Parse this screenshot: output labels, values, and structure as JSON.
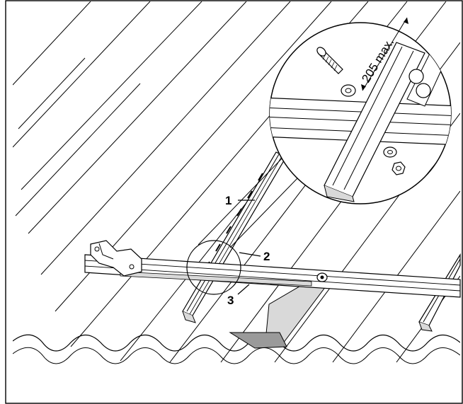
{
  "figure": {
    "callouts": [
      {
        "id": "rail",
        "label": "1"
      },
      {
        "id": "connector",
        "label": "2"
      },
      {
        "id": "cross-rail",
        "label": "3"
      }
    ],
    "detail_dimension": "205 max."
  },
  "colors": {
    "line": "#000000",
    "background": "#ffffff",
    "shade": "#d9d9d9",
    "dark_shade": "#9a9a9a"
  }
}
